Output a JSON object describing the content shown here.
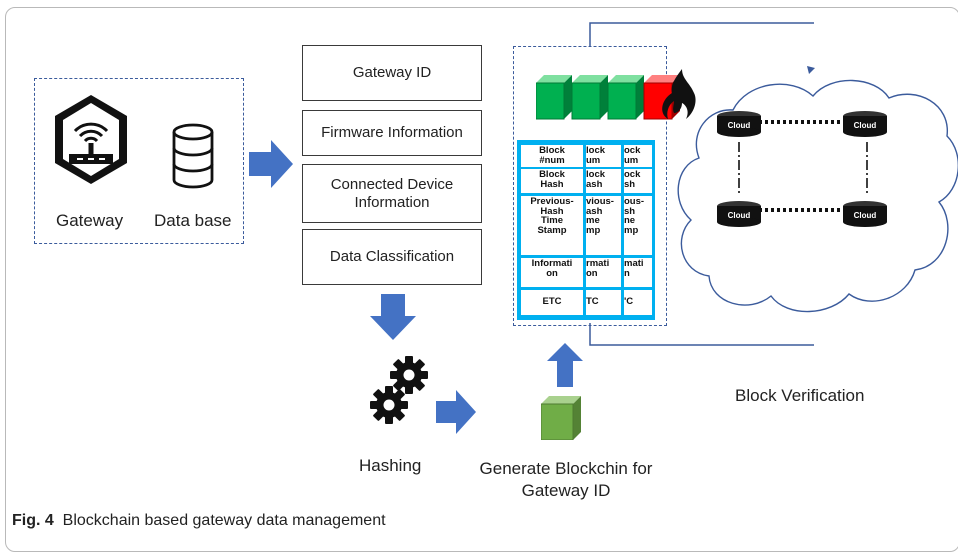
{
  "source_box": {
    "gateway_label": "Gateway",
    "database_label": "Data base"
  },
  "fields": [
    "Gateway ID",
    "Firmware Information",
    "Connected Device\nInformation",
    "Data Classification"
  ],
  "hashing_label": "Hashing",
  "generate_label": "Generate Blockchin for\nGateway ID",
  "block_table": {
    "rows": [
      [
        "Block\n#num",
        "lock\num",
        "ock\num"
      ],
      [
        "Block\nHash",
        "lock\nash",
        "ock\nsh"
      ],
      [
        "Previous-\nHash\nTime\nStamp",
        "vious-\nash\nme\nmp",
        "ous-\nsh\nne\nmp"
      ],
      [
        "Informati\non",
        "rmati\non",
        "mati\nn"
      ],
      [
        "ETC",
        "TC",
        "'C"
      ]
    ]
  },
  "cloud": {
    "node_label": "Cloud"
  },
  "block_verification_label": "Block Verification",
  "caption": {
    "number": "Fig. 4",
    "text": "Blockchain based gateway data management"
  },
  "colors": {
    "arrow": "#4472c4",
    "block_green": "#00b050",
    "block_red": "#ff0000",
    "table_border": "#00b0f0",
    "dash": "#3b5b9c"
  }
}
